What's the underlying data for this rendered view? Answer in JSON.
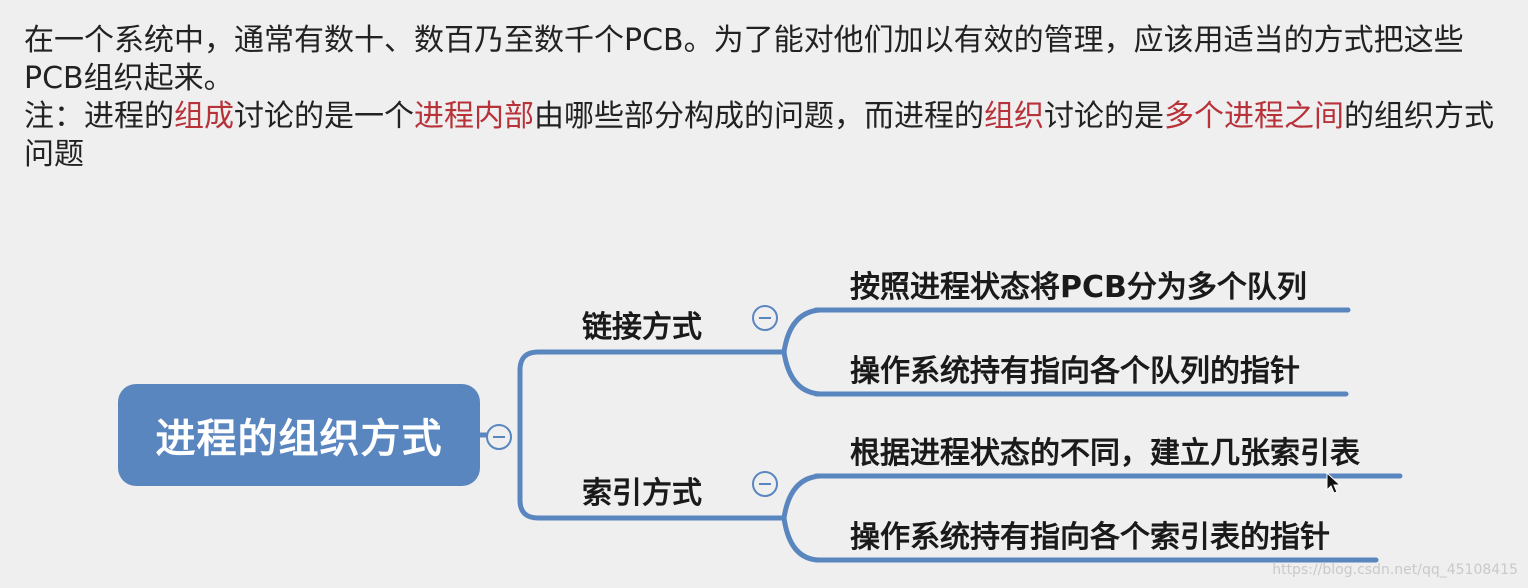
{
  "notes": {
    "line1": "在一个系统中，通常有数十、数百乃至数千个PCB。为了能对他们加以有效的管理，应该用适当的方式把这些PCB组织起来。",
    "note_prefix": "注：进程的",
    "note_h1": "组成",
    "note_t1": "讨论的是一个",
    "note_h2": "进程内部",
    "note_t2": "由哪些部分构成的问题，而进程的",
    "note_h3": "组织",
    "note_t3": "讨论的是",
    "note_h4": "多个进程之间",
    "note_t4": "的组织方式问题"
  },
  "mindmap": {
    "root": "进程的组织方式",
    "branches": [
      {
        "label": "链接方式",
        "leaves": [
          "按照进程状态将PCB分为多个队列",
          "操作系统持有指向各个队列的指针"
        ]
      },
      {
        "label": "索引方式",
        "leaves": [
          "根据进程状态的不同，建立几张索引表",
          "操作系统持有指向各个索引表的指针"
        ]
      }
    ]
  },
  "colors": {
    "accent": "#5a86c0",
    "highlight": "#b8323a",
    "background": "#efefef"
  },
  "icons": {
    "collapse": "collapse-minus-icon",
    "cursor": "mouse-cursor-icon"
  },
  "watermark": "https://blog.csdn.net/qq_45108415"
}
